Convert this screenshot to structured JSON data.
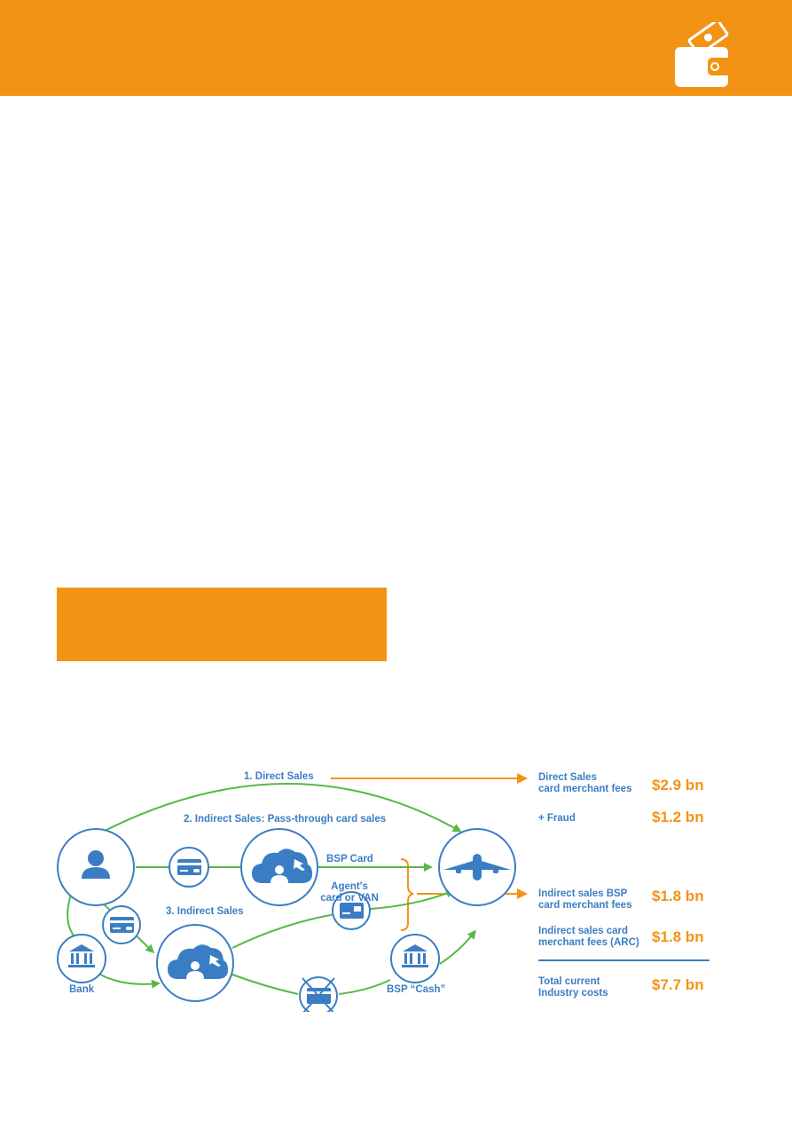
{
  "colors": {
    "orange": "#f39314",
    "blue": "#3b7dc4",
    "green": "#55b947"
  },
  "header": {
    "icon": "wallet-icon"
  },
  "diagram": {
    "flow_labels": {
      "direct_sales": "1. Direct Sales",
      "indirect_pass_through": "2. Indirect Sales: Pass-through card sales",
      "bsp_card": "BSP Card",
      "indirect_sales": "3. Indirect Sales",
      "agents_card_line1": "Agent's",
      "agents_card_line2": "card or VAN",
      "bank": "Bank",
      "bsp_cash": "BSP “Cash”"
    },
    "nodes": [
      {
        "name": "customer",
        "icon": "person-icon"
      },
      {
        "name": "card",
        "icon": "credit-card-icon"
      },
      {
        "name": "travel-agent-cloud",
        "icon": "cloud-agent-icon"
      },
      {
        "name": "airline",
        "icon": "airplane-icon"
      },
      {
        "name": "agents-card",
        "icon": "credit-card-icon"
      },
      {
        "name": "bank",
        "icon": "bank-icon"
      },
      {
        "name": "customer-card",
        "icon": "credit-card-icon"
      },
      {
        "name": "indirect-agent-cloud",
        "icon": "cloud-agent-icon"
      },
      {
        "name": "crossed-card",
        "icon": "crossed-card-icon"
      },
      {
        "name": "bsp-cash-bank",
        "icon": "bank-icon"
      }
    ]
  },
  "costs": [
    {
      "label": [
        "Direct Sales",
        "card merchant fees"
      ],
      "amount": "$2.9 bn"
    },
    {
      "label": [
        "+ Fraud"
      ],
      "amount": "$1.2 bn"
    },
    {
      "label": [
        "Indirect sales BSP",
        "card merchant fees"
      ],
      "amount": "$1.8 bn"
    },
    {
      "label": [
        "Indirect sales card",
        "merchant fees (ARC)"
      ],
      "amount": "$1.8 bn"
    },
    {
      "label": [
        "Total current",
        "Industry costs"
      ],
      "amount": "$7.7 bn"
    }
  ]
}
